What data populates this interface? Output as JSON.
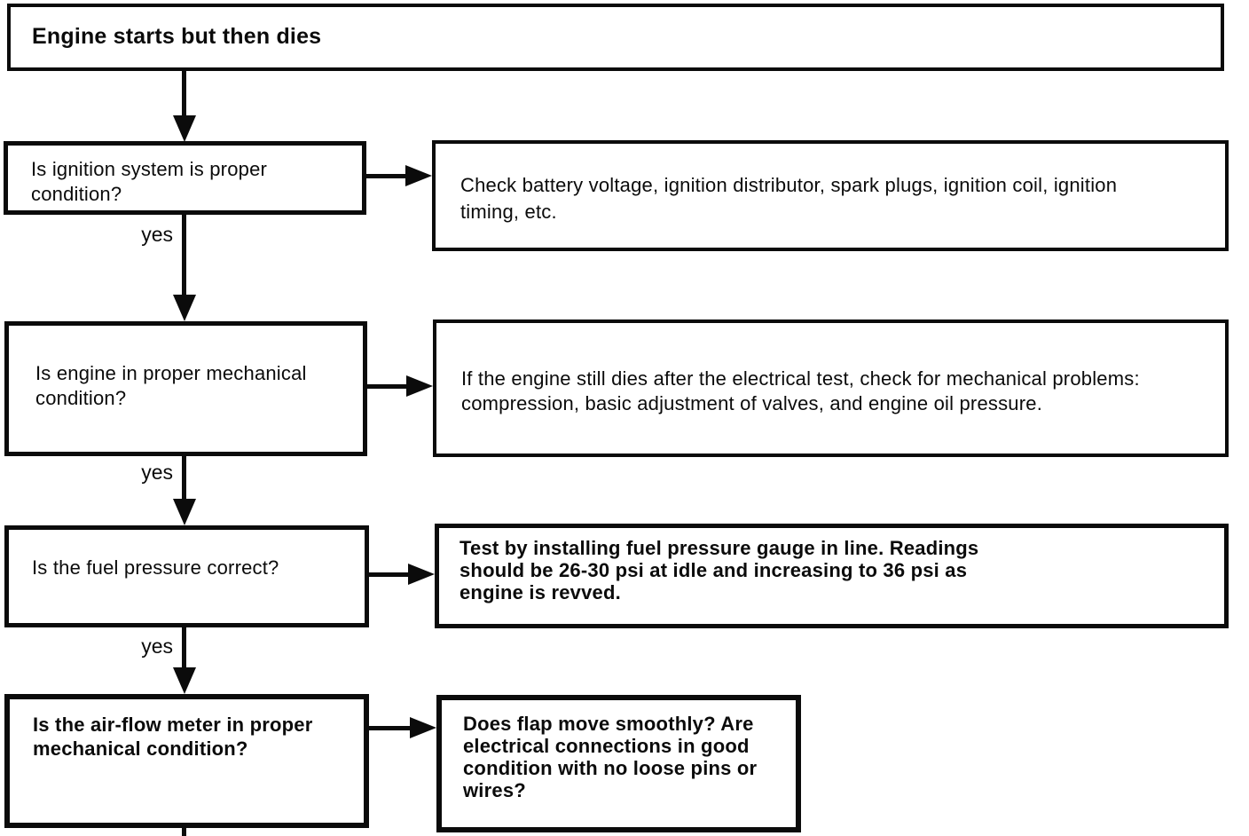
{
  "colors": {
    "ink": "#0b0b0b",
    "background": "#ffffff"
  },
  "flowchart": {
    "title": "Engine starts but then dies",
    "steps": [
      {
        "question": "Is ignition system is proper condition?",
        "action": "Check battery voltage, ignition distributor, spark plugs, ignition coil, ignition timing, etc.",
        "yes_label": "yes"
      },
      {
        "question": "Is engine in proper mechanical condition?",
        "action": "If the engine still dies after the electrical test, check for mechanical problems: compression, basic adjustment of valves, and engine oil pressure.",
        "yes_label": "yes"
      },
      {
        "question": "Is the fuel pressure correct?",
        "action": "Test by installing fuel pressure gauge in line. Readings should be 26-30 psi at idle and increasing to 36 psi as engine is revved.",
        "yes_label": "yes"
      },
      {
        "question": "Is the air-flow meter in proper mechanical condition?",
        "action": "Does flap move smoothly? Are electrical connections in good condition with no loose pins or wires?"
      }
    ]
  }
}
